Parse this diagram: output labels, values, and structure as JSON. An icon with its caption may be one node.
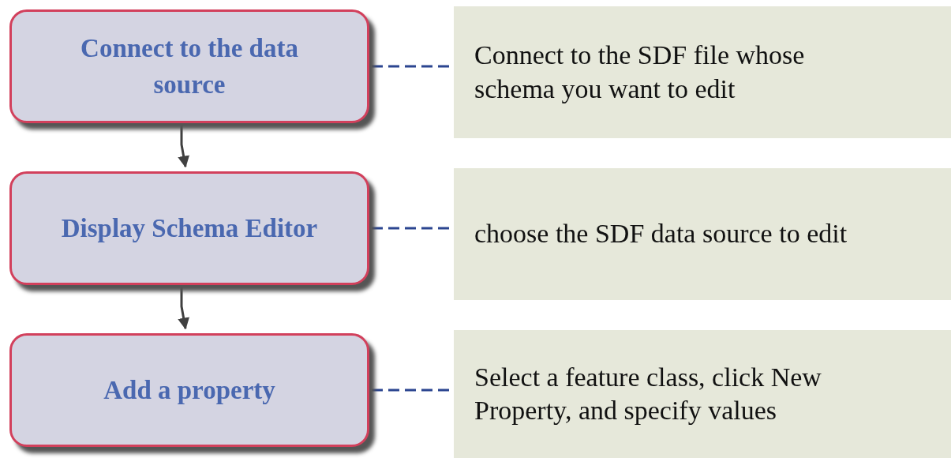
{
  "diagram": {
    "nodes": [
      {
        "text": [
          "Connect to the data source"
        ]
      },
      {
        "text": [
          "Connect to the SDF file whose schema you want to edit"
        ]
      },
      {
        "text": [
          "Display Schema Editor"
        ]
      },
      {
        "text": [
          "choose the SDF data source to edit"
        ]
      },
      {
        "text": [
          "Add a property"
        ]
      },
      {
        "text": [
          "Select a feature class, click New Property, and specify values"
        ]
      }
    ],
    "edges": [
      {
        "from": 0,
        "to": 2,
        "arrow": "to",
        "color": "#404040"
      },
      {
        "from": 2,
        "to": 4,
        "arrow": "to",
        "color": "#404040"
      },
      {
        "from": 0,
        "to": 1,
        "arrow": "none",
        "style": "dashed"
      },
      {
        "from": 2,
        "to": 3,
        "arrow": "none",
        "style": "dashed"
      },
      {
        "from": 4,
        "to": 5,
        "arrow": "none",
        "style": "dashed"
      }
    ]
  }
}
